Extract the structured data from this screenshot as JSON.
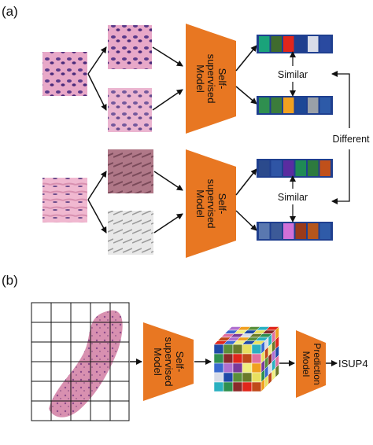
{
  "panel_a": {
    "label": "(a)",
    "model_label": [
      "Self-",
      "supervised",
      "Model"
    ],
    "similar_label": "Similar",
    "different_label": "Different",
    "vectors": [
      [
        "#1aa37a",
        "#3f6b2e",
        "#e0261b",
        "#1f3f8f",
        "#d8dce8",
        "#2a4aa0"
      ],
      [
        "#2f8f4f",
        "#3b7c3b",
        "#f0a020",
        "#1d4896",
        "#9aa0a8",
        "#2d5aa8"
      ],
      [
        "#2b4a8c",
        "#2f55a5",
        "#5a2ca0",
        "#1f8a55",
        "#2d7a3e",
        "#c0501a"
      ],
      [
        "#5a78b0",
        "#3c5a98",
        "#d070d8",
        "#9a3a1a",
        "#b5561c",
        "#2f5ba8"
      ]
    ]
  },
  "panel_b": {
    "label": "(b)",
    "model_label": [
      "Self-",
      "supervised",
      "Model"
    ],
    "prediction_label": [
      "Prediction",
      "Model"
    ],
    "output_label": "ISUP4",
    "cube_colors": [
      "#1f4aa8",
      "#e0261b",
      "#f0a020",
      "#2f8f4f",
      "#7a3a9a",
      "#e8e060",
      "#3a6ad0",
      "#5a8f3a",
      "#c04a1a",
      "#d8dce8",
      "#8a2a2a",
      "#f0f080",
      "#2ab0c0",
      "#b070d0",
      "#6a7a2a",
      "#e070a0"
    ]
  },
  "colors": {
    "model_orange": "#e87722",
    "arrow": "#111111"
  }
}
